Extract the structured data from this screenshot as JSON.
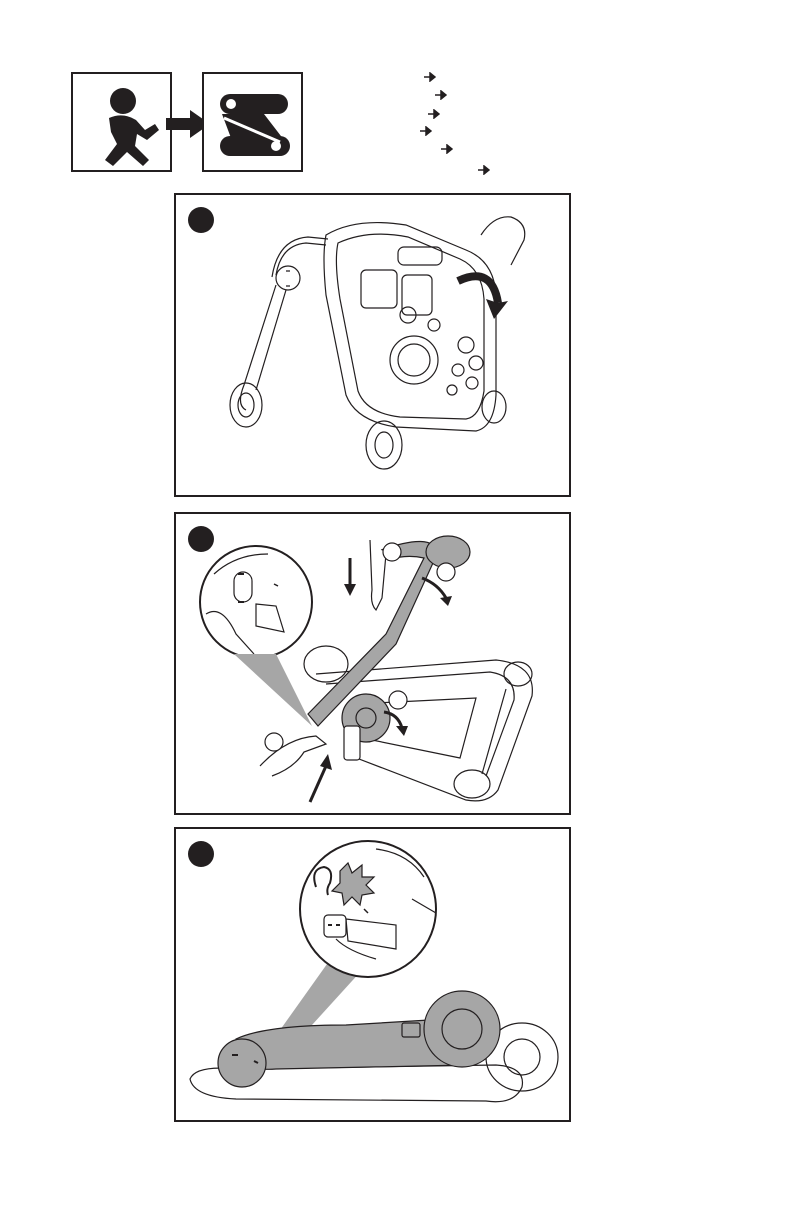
{
  "header": {
    "child_icon": "child-walking-icon",
    "fold_icon": "fold-to-stand-icon",
    "transition_icon": "right-arrow-icon",
    "instruction_lines": [
      {
        "text": "",
        "arrow": "small-right-arrow-icon"
      },
      {
        "text": "",
        "arrow": "small-right-arrow-icon"
      },
      {
        "text": "",
        "arrow": "small-right-arrow-icon"
      },
      {
        "text": "",
        "arrow": "small-right-arrow-icon"
      },
      {
        "text": "",
        "arrow": "small-right-arrow-icon"
      },
      {
        "text": "",
        "arrow": "small-right-arrow-icon"
      }
    ]
  },
  "steps": [
    {
      "number": "",
      "illustration": "walker-flip-over-illustration"
    },
    {
      "number": "",
      "illustration": "press-button-rotate-handle-illustration",
      "callouts": [
        "",
        "",
        "",
        ""
      ]
    },
    {
      "number": "",
      "illustration": "folded-walker-click-illustration",
      "sound_icon": "ear-click-icon"
    }
  ],
  "colors": {
    "ink": "#231f20",
    "fill_gray": "#a6a6a6",
    "light_gray": "#d9d9d9"
  }
}
